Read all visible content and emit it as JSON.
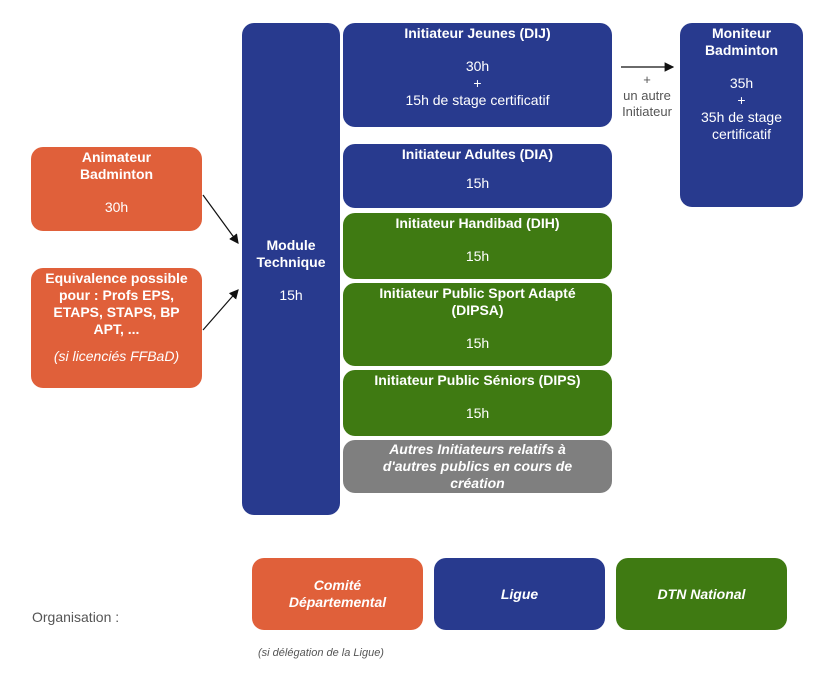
{
  "animateur": {
    "title": "Animateur Badminton",
    "hours": "30h"
  },
  "equivalence": {
    "title": "Equivalence possible pour : Profs EPS, ETAPS, STAPS, BP APT, ...",
    "note": "(si licenciés FFBaD)"
  },
  "module": {
    "title": "Module Technique",
    "hours": "15h"
  },
  "initiateurs": [
    {
      "title": "Initiateur Jeunes (DIJ)",
      "hours": "30h",
      "plus": "+",
      "extra": "15h de stage certificatif",
      "org": "Ligue"
    },
    {
      "title": "Initiateur Adultes (DIA)",
      "hours": "15h",
      "org": "Ligue"
    },
    {
      "title": "Initiateur Handibad (DIH)",
      "hours": "15h",
      "org": "DTN National"
    },
    {
      "title": "Initiateur Public Sport Adapté (DIPSA)",
      "hours": "15h",
      "org": "DTN National"
    },
    {
      "title": "Initiateur Public Séniors (DIPS)",
      "hours": "15h",
      "org": "DTN National"
    },
    {
      "title": "Autres Initiateurs relatifs à d'autres publics en cours de création"
    }
  ],
  "prerequisite": {
    "plus": "+",
    "text": "un autre Initiateur"
  },
  "moniteur": {
    "title": "Moniteur Badminton",
    "hours": "35h",
    "plus": "+",
    "extra": "35h de stage certificatif"
  },
  "organisation": {
    "label": "Organisation :",
    "legend": [
      {
        "label": "Comité Départemental",
        "color": "#e0603a"
      },
      {
        "label": "Ligue",
        "color": "#283a8e"
      },
      {
        "label": "DTN National",
        "color": "#3f7a12"
      }
    ],
    "note": "(si délégation de la Ligue)"
  }
}
